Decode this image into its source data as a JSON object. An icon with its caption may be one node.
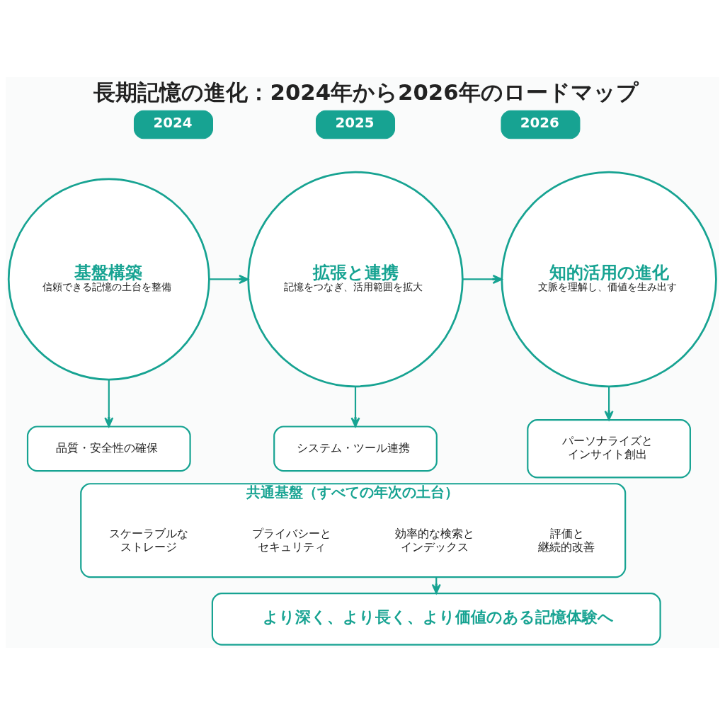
{
  "diagram": {
    "title": "長期記憶の進化：2024年から2026年のロードマップ",
    "nodes": [
      {
        "text": [
          "2024"
        ]
      },
      {
        "text": [
          "2025"
        ]
      },
      {
        "text": [
          "2026"
        ]
      },
      {
        "text": [
          "基盤構築",
          "信頼できる記憶の土台を整備"
        ]
      },
      {
        "text": [
          "拡張と連携",
          "記憶をつなぎ、活用範囲を拡大"
        ]
      },
      {
        "text": [
          "知的活用の進化",
          "文脈を理解し、価値を生み出す"
        ]
      },
      {
        "text": [
          "品質・安全性の確保"
        ]
      },
      {
        "text": [
          "システム・ツール連携"
        ]
      },
      {
        "text": [
          "パーソナライズとインサイト創出"
        ]
      },
      {
        "text": [
          "共通基盤（すべての年次の土台）"
        ]
      },
      {
        "text": [
          "スケーラブルなストレージ"
        ],
        "in": 9
      },
      {
        "text": [
          "プライバシーとセキュリティ"
        ],
        "in": 9
      },
      {
        "text": [
          "効率的な検索とインデックス"
        ],
        "in": 9
      },
      {
        "text": [
          "評価と継続的改善"
        ],
        "in": 9
      },
      {
        "text": [
          "より深く、より長く、より価値のある記憶体験へ"
        ]
      }
    ],
    "edges": [
      {
        "from": 3,
        "to": 4,
        "arrow": "to"
      },
      {
        "from": 4,
        "to": 5,
        "arrow": "to"
      },
      {
        "from": 3,
        "to": 6,
        "arrow": "to"
      },
      {
        "from": 4,
        "to": 7,
        "arrow": "to"
      },
      {
        "from": 5,
        "to": 8,
        "arrow": "to"
      },
      {
        "from": 9,
        "to": 14,
        "arrow": "to"
      }
    ]
  }
}
